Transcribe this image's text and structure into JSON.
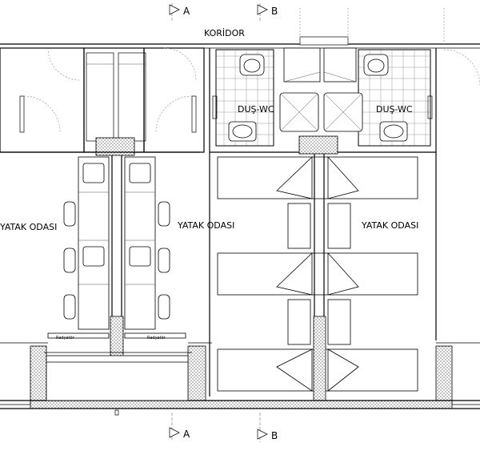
{
  "labels": {
    "corridor": "KORİDOR",
    "bedroom_far_left": "YATAK ODASI",
    "bedroom_mid_left": "YATAK ODASI",
    "bedroom_right": "YATAK ODASI",
    "shower_wc_left": "DUŞ-WC",
    "shower_wc_right": "DUŞ-WC",
    "section_a_top": "A",
    "section_b_top": "B",
    "section_a_bottom": "A",
    "section_b_bottom": "B",
    "radiator_left": "Radyatör",
    "radiator_right": "Radyatör"
  }
}
